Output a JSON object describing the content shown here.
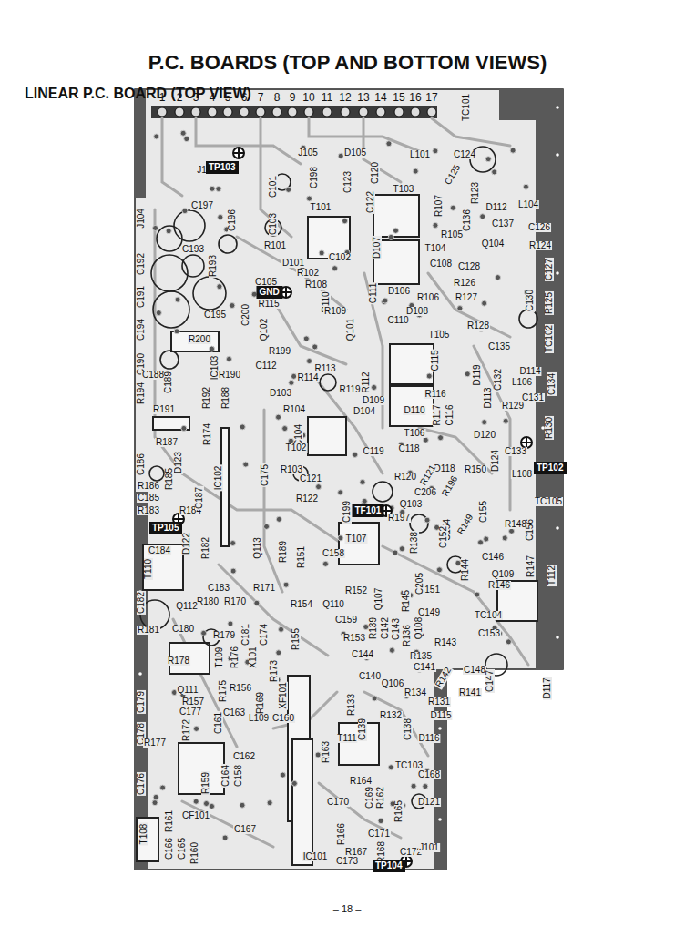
{
  "diagram": {
    "title": "P.C. BOARDS (TOP AND BOTTOM VIEWS)",
    "nodes": [
      {
        "text": [
          "TP103"
        ]
      },
      {
        "text": [
          "GND"
        ]
      },
      {
        "text": [
          "TP102"
        ]
      },
      {
        "text": [
          "TF101"
        ]
      },
      {
        "text": [
          "TP105"
        ]
      },
      {
        "text": [
          "TP104"
        ]
      }
    ],
    "labels": [
      "LINEAR P.C. BOARD (TOP VIEW)",
      "– 18 –",
      "1",
      "2",
      "3",
      "4",
      "5",
      "6",
      "7",
      "8",
      "9",
      "10",
      "11",
      "12",
      "13",
      "14",
      "15",
      "16",
      "17",
      "TC101",
      "J105",
      "D105",
      "L101",
      "C124",
      "C101",
      "C198",
      "C123",
      "C120",
      "T103",
      "C125",
      "R123",
      "D112",
      "L104",
      "J103",
      "J104",
      "C192",
      "C191",
      "C194",
      "C190",
      "R194",
      "C186",
      "C197",
      "C193",
      "R193",
      "C196",
      "C103",
      "R101",
      "T101",
      "C122",
      "R107",
      "C136",
      "C137",
      "C126",
      "D107",
      "T104",
      "R105",
      "Q104",
      "R124",
      "C127",
      "D101",
      "R102",
      "C102",
      "C108",
      "C128",
      "R126",
      "R125",
      "C195",
      "C105",
      "R115",
      "C200",
      "R108",
      "R110",
      "R109",
      "D106",
      "C111",
      "R106",
      "D108",
      "R127",
      "R128",
      "C130",
      "TC102",
      "Q102",
      "R199",
      "C110",
      "T105",
      "C135",
      "C115",
      "D114",
      "Q101",
      "R200",
      "IC103",
      "C112",
      "R190",
      "C188",
      "C189",
      "R114",
      "R113",
      "R112",
      "R116",
      "D119",
      "C132",
      "D113",
      "R129",
      "C131",
      "C134",
      "L106",
      "R130",
      "D103",
      "R119",
      "D109",
      "D104",
      "R104",
      "R192",
      "R188",
      "R191",
      "R187",
      "R174",
      "D123",
      "C104",
      "T106",
      "D110",
      "R117",
      "C116",
      "D120",
      "C133",
      "C118",
      "C119",
      "D118",
      "T102",
      "R103",
      "C121",
      "IC102",
      "R186",
      "C185",
      "R185",
      "R183",
      "R184",
      "C187",
      "C175",
      "R122",
      "R120",
      "R121",
      "R196",
      "C206",
      "R150",
      "D124",
      "L108",
      "TC105",
      "Q103",
      "R197",
      "C199",
      "C154",
      "R149",
      "C155",
      "R148",
      "C156",
      "C184",
      "D122",
      "R182",
      "Q113",
      "R189",
      "R151",
      "C158",
      "T107",
      "R138",
      "C152",
      "R144",
      "C146",
      "Q109",
      "R146",
      "T112",
      "R147",
      "C183",
      "R180",
      "R170",
      "Q112",
      "R171",
      "R152",
      "R154",
      "Q110",
      "C159",
      "C151",
      "C149",
      "TC104",
      "R145",
      "C205",
      "Q107",
      "C182",
      "R181",
      "C180",
      "T110",
      "R179",
      "C181",
      "C174",
      "R155",
      "R153",
      "R139",
      "C142",
      "C143",
      "R136",
      "Q108",
      "R143",
      "C153",
      "T109",
      "R176",
      "X101",
      "R173",
      "C144",
      "R135",
      "C141",
      "R142",
      "C148",
      "C147",
      "D117",
      "XF101",
      "R169",
      "C140",
      "Q106",
      "R134",
      "R141",
      "R131",
      "R133",
      "R178",
      "Q111",
      "R175",
      "R156",
      "R157",
      "C163",
      "C161",
      "L109",
      "C160",
      "C177",
      "C179",
      "C178",
      "R172",
      "R177",
      "C176",
      "D115",
      "C139",
      "R132",
      "C138",
      "D116",
      "T111",
      "R163",
      "TC103",
      "C168",
      "C162",
      "C164",
      "C158",
      "R159",
      "R164",
      "C169",
      "R162",
      "R165",
      "D121",
      "CF101",
      "T108",
      "R161",
      "C166",
      "C165",
      "R160",
      "C167",
      "C170",
      "C171",
      "R166",
      "R167",
      "IC101",
      "C173",
      "R168",
      "C172",
      "J101"
    ]
  }
}
